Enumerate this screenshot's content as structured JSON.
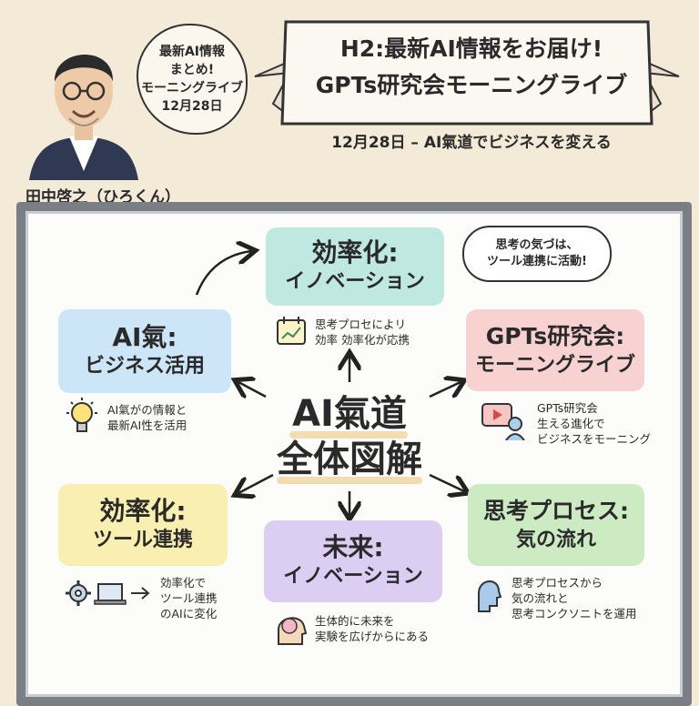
{
  "author": {
    "speech": [
      "最新AI情報",
      "まとめ!",
      "モーニングライブ",
      "12月28日"
    ],
    "name": "田中啓之（ひろくん）"
  },
  "banner": {
    "title_line1": "H2:最新AI情報をお届け!",
    "title_line2": "GPTs研究会モーニングライブ",
    "subtitle": "12月28日 – AI氣道でビジネスを変える"
  },
  "center": {
    "line1": "AI氣道",
    "line2": "全体図解"
  },
  "bubble": {
    "line1": "思考の気づは、",
    "line2": "ツール連携に活動!"
  },
  "cards": {
    "top": {
      "t1": "効率化:",
      "t2": "イノベーション",
      "note1": "思考プロセによリ",
      "note2": "効率 効率化が応携"
    },
    "left": {
      "t1": "AI氣:",
      "t2": "ビジネス活用",
      "note1": "AI氣がの情報と",
      "note2": "最新AI性を活用"
    },
    "right": {
      "t1": "GPTs研究会:",
      "t2": "モーニングライブ",
      "note1": "GPTs研究会",
      "note2": "生える進化で",
      "note3": "ビジネスをモーニング"
    },
    "bottom_left": {
      "t1": "効率化:",
      "t2": "ツール連携",
      "note1": "効率化で",
      "note2": "ツール連携",
      "note3": "のAIに変化"
    },
    "bottom": {
      "t1": "未来:",
      "t2": "イノベーション",
      "note1": "生体的に未来を",
      "note2": "実験を広げからにある"
    },
    "bottom_right": {
      "t1": "思考プロセス:",
      "t2": "気の流れ",
      "note1": "思考プロセスから",
      "note2": "気の流れと",
      "note3": "思考コンクソニトを運用"
    }
  },
  "colors": {
    "teal": "#bfe8e0",
    "blue": "#cde6f7",
    "pink": "#f7d2d0",
    "yellow": "#f8efb0",
    "purple": "#dccdf2",
    "green": "#cdebc3"
  }
}
